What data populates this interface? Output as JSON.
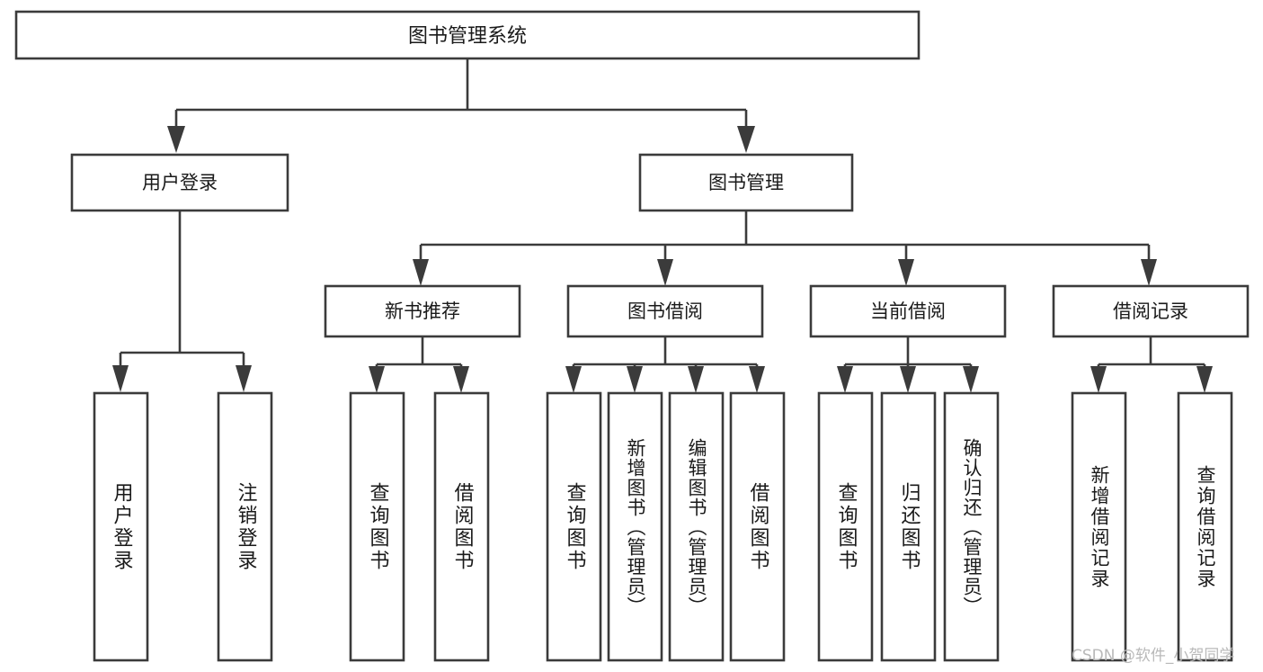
{
  "diagram": {
    "type": "tree-hierarchy-chart",
    "title": "图书管理系统",
    "orientation": "top-down",
    "colors": {
      "box_stroke": "#3b3b3b",
      "box_fill": "#ffffff",
      "text": "#1a1a1a",
      "background": "#ffffff",
      "watermark": "#b9b9b9"
    },
    "levels": [
      {
        "level": 1,
        "nodes": [
          {
            "id": "root",
            "label": "图书管理系统",
            "orientation": "horizontal"
          }
        ]
      },
      {
        "level": 2,
        "nodes": [
          {
            "id": "user-login",
            "label": "用户登录",
            "orientation": "horizontal"
          },
          {
            "id": "book-management",
            "label": "图书管理",
            "orientation": "horizontal"
          }
        ]
      },
      {
        "level": 3,
        "nodes": [
          {
            "id": "new-book-recommend",
            "label": "新书推荐",
            "orientation": "horizontal"
          },
          {
            "id": "book-borrow",
            "label": "图书借阅",
            "orientation": "horizontal"
          },
          {
            "id": "current-borrow",
            "label": "当前借阅",
            "orientation": "horizontal"
          },
          {
            "id": "borrow-record",
            "label": "借阅记录",
            "orientation": "horizontal"
          }
        ]
      },
      {
        "level": 4,
        "nodes": [
          {
            "id": "leaf-user-login",
            "label": "用户登录",
            "orientation": "vertical",
            "parent": "user-login"
          },
          {
            "id": "leaf-logout-login",
            "label": "注销登录",
            "orientation": "vertical",
            "parent": "user-login"
          },
          {
            "id": "leaf-query-book-1",
            "label": "查询图书",
            "orientation": "vertical",
            "parent": "new-book-recommend"
          },
          {
            "id": "leaf-borrow-book-1",
            "label": "借阅图书",
            "orientation": "vertical",
            "parent": "new-book-recommend"
          },
          {
            "id": "leaf-query-book-2",
            "label": "查询图书",
            "orientation": "vertical",
            "parent": "book-borrow"
          },
          {
            "id": "leaf-add-book",
            "label": "新增图书（管理员）",
            "orientation": "vertical",
            "parent": "book-borrow"
          },
          {
            "id": "leaf-edit-book",
            "label": "编辑图书（管理员）",
            "orientation": "vertical",
            "parent": "book-borrow"
          },
          {
            "id": "leaf-borrow-book-2",
            "label": "借阅图书",
            "orientation": "vertical",
            "parent": "book-borrow"
          },
          {
            "id": "leaf-query-book-3",
            "label": "查询图书",
            "orientation": "vertical",
            "parent": "current-borrow"
          },
          {
            "id": "leaf-return-book",
            "label": "归还图书",
            "orientation": "vertical",
            "parent": "current-borrow"
          },
          {
            "id": "leaf-confirm-return",
            "label": "确认归还（管理员）",
            "orientation": "vertical",
            "parent": "current-borrow"
          },
          {
            "id": "leaf-add-borrow-record",
            "label": "新增借阅记录",
            "orientation": "vertical",
            "parent": "borrow-record"
          },
          {
            "id": "leaf-query-borrow-record",
            "label": "查询借阅记录",
            "orientation": "vertical",
            "parent": "borrow-record"
          }
        ]
      }
    ]
  },
  "watermark": {
    "text": "CSDN @软件_小贺同学"
  }
}
